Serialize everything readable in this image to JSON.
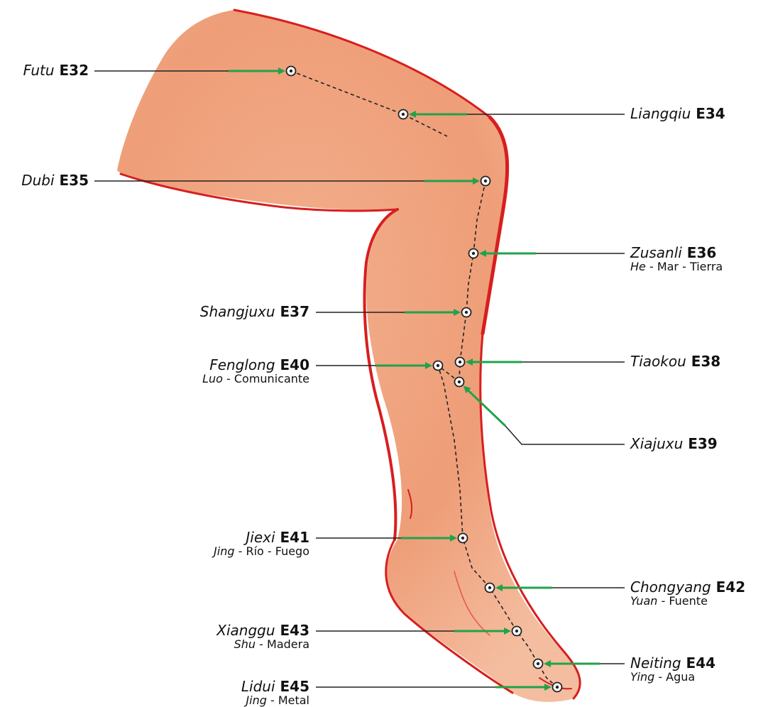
{
  "colors": {
    "skin": "#f1b38f",
    "outline": "#d81e1e",
    "leader": "#222222",
    "arrow": "#21a24a",
    "path": "#222222",
    "point_fill": "#ffffff"
  },
  "points": [
    {
      "id": "e32",
      "name": "Futu",
      "code": "E32",
      "type": "",
      "detail": "",
      "side": "left"
    },
    {
      "id": "e34",
      "name": "Liangqiu",
      "code": "E34",
      "type": "",
      "detail": "",
      "side": "right"
    },
    {
      "id": "e35",
      "name": "Dubi",
      "code": "E35",
      "type": "",
      "detail": "",
      "side": "left"
    },
    {
      "id": "e36",
      "name": "Zusanli",
      "code": "E36",
      "type": "He",
      "detail": " - Mar - Tierra",
      "side": "right"
    },
    {
      "id": "e37",
      "name": "Shangjuxu",
      "code": "E37",
      "type": "",
      "detail": "",
      "side": "left"
    },
    {
      "id": "e40",
      "name": "Fenglong",
      "code": "E40",
      "type": "Luo",
      "detail": " - Comunicante",
      "side": "left"
    },
    {
      "id": "e38",
      "name": "Tiaokou",
      "code": "E38",
      "type": "",
      "detail": "",
      "side": "right"
    },
    {
      "id": "e39",
      "name": "Xiajuxu",
      "code": "E39",
      "type": "",
      "detail": "",
      "side": "right"
    },
    {
      "id": "e41",
      "name": "Jiexi",
      "code": "E41",
      "type": "Jing",
      "detail": " - Río - Fuego",
      "side": "left"
    },
    {
      "id": "e42",
      "name": "Chongyang",
      "code": "E42",
      "type": "Yuan",
      "detail": " - Fuente",
      "side": "right"
    },
    {
      "id": "e43",
      "name": "Xianggu",
      "code": "E43",
      "type": "Shu",
      "detail": " - Madera",
      "side": "left"
    },
    {
      "id": "e44",
      "name": "Neiting",
      "code": "E44",
      "type": "Ying",
      "detail": " - Agua",
      "side": "right"
    },
    {
      "id": "e45",
      "name": "Lidui",
      "code": "E45",
      "type": "Jing",
      "detail": " - Metal",
      "side": "left"
    }
  ]
}
